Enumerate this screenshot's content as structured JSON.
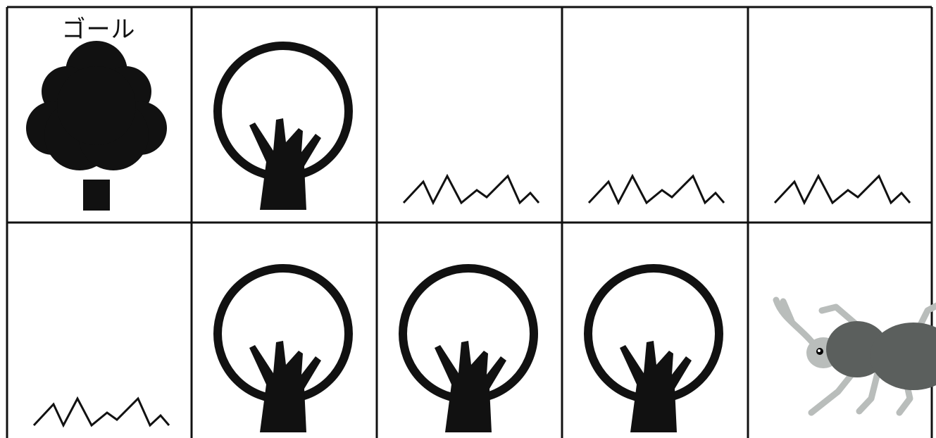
{
  "board": {
    "goal_label": "ゴール",
    "rows": [
      [
        "goal-tree",
        "tree",
        "grass",
        "grass",
        "grass"
      ],
      [
        "grass",
        "tree",
        "tree",
        "tree",
        "beetle"
      ]
    ],
    "icons": {
      "goal-tree": "goal-tree-icon",
      "tree": "tree-icon",
      "grass": "grass-icon",
      "beetle": "beetle-icon"
    },
    "colors": {
      "line": "#111111",
      "beetle_body": "#5b5f5d",
      "beetle_legs": "#b9bdbb"
    }
  }
}
